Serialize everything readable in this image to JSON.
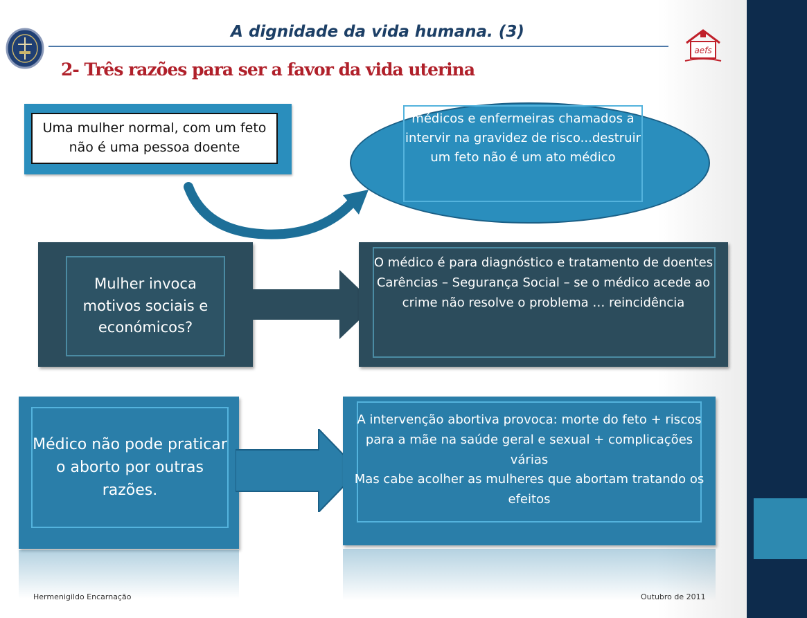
{
  "header": {
    "title": "A dignidade da vida humana. (3)",
    "subtitle": "2- Três razões para ser a favor da vida uterina",
    "logo_right_text": "aefs"
  },
  "row1": {
    "left_text": "Uma mulher normal, com um feto não é uma pessoa doente",
    "right_text": "médicos e enfermeiras chamados a intervir na gravidez de risco...destruir um feto não é um ato médico"
  },
  "row2": {
    "left_text": "Mulher invoca motivos sociais e económicos?",
    "right_line1": "O médico é para diagnóstico e tratamento de doentes",
    "right_line2": "Carências – Segurança Social – se o médico acede ao crime não resolve o problema … reincidência"
  },
  "row3": {
    "left_text": "Médico não pode praticar o aborto por outras razões.",
    "right_line1": "A intervenção abortiva provoca: morte do feto + riscos para a mãe na saúde geral e sexual + complicações várias",
    "right_line2": "Mas  cabe acolher as mulheres que abortam tratando os efeitos"
  },
  "footer": {
    "author": "Hermenigildo Encarnação",
    "date": "Outubro de 2011"
  },
  "colors": {
    "title": "#1c3f66",
    "subtitle": "#b0202a",
    "box_blue": "#2a8ebd",
    "box_dark": "#2c4c5c",
    "sidebar": "#0d2b4c"
  }
}
